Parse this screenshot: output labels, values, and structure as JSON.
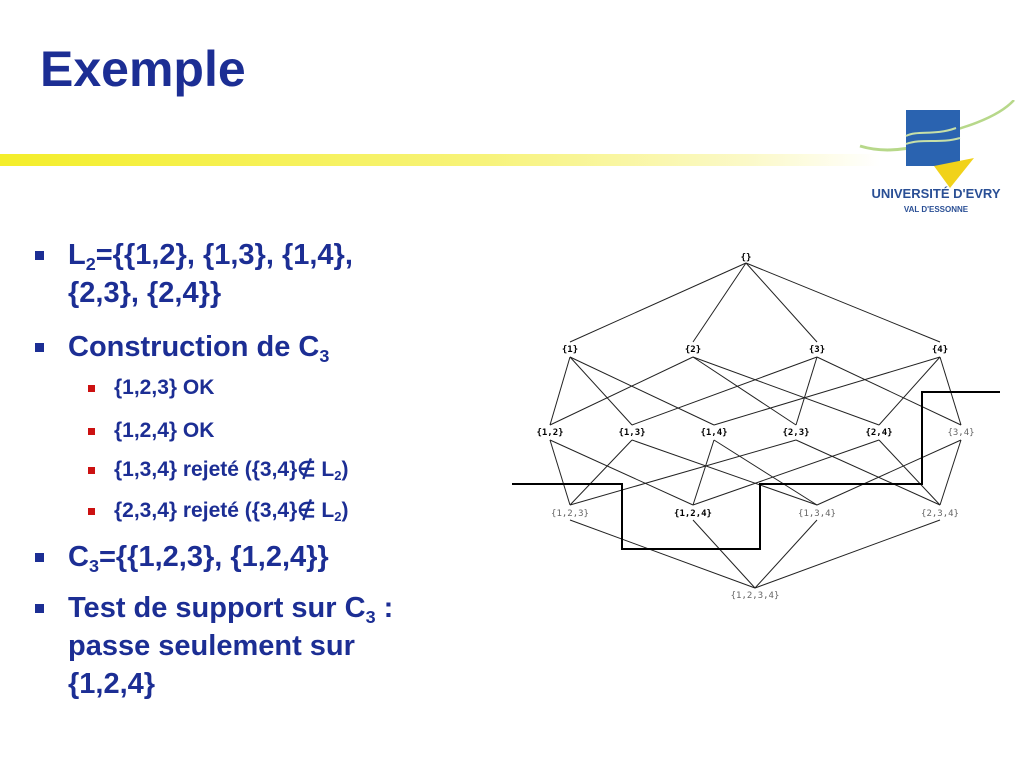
{
  "title": "Exemple",
  "logo": {
    "name": "UNIVERSITÉ D'EVRY",
    "sub": "VAL D'ESSONNE"
  },
  "bullets": {
    "b1": {
      "pre": "L",
      "sub": "2",
      "post": "={{1,2}, {1,3}, {1,4},",
      "line2": "{2,3}, {2,4}}"
    },
    "b2": {
      "pre": "Construction de C",
      "sub": "3"
    },
    "s1": "{1,2,3} OK",
    "s2": "{1,2,4} OK",
    "s3": {
      "pre": "{1,3,4} rejeté ({3,4}",
      "notin": "∉",
      "mid": " L",
      "sub": "2",
      "post": ")"
    },
    "s4": {
      "pre": "{2,3,4} rejeté ({3,4}",
      "notin": "∉",
      "mid": " L",
      "sub": "2",
      "post": ")"
    },
    "b3": {
      "pre": "C",
      "sub": "3",
      "post": "={{1,2,3}, {1,2,4}}"
    },
    "b4": {
      "pre": "Test de support sur C",
      "sub": "3",
      "post": " :",
      "line2": "passe seulement sur",
      "line3": "{1,2,4}"
    }
  },
  "lattice": {
    "nodes": {
      "empty": "{}",
      "n1": "{1}",
      "n2": "{2}",
      "n3": "{3}",
      "n4": "{4}",
      "n12": "{1,2}",
      "n13": "{1,3}",
      "n14": "{1,4}",
      "n23": "{2,3}",
      "n24": "{2,4}",
      "n34": "{3,4}",
      "n123": "{1,2,3}",
      "n124": "{1,2,4}",
      "n134": "{1,3,4}",
      "n234": "{2,3,4}",
      "n1234": "{1,2,3,4}"
    }
  }
}
